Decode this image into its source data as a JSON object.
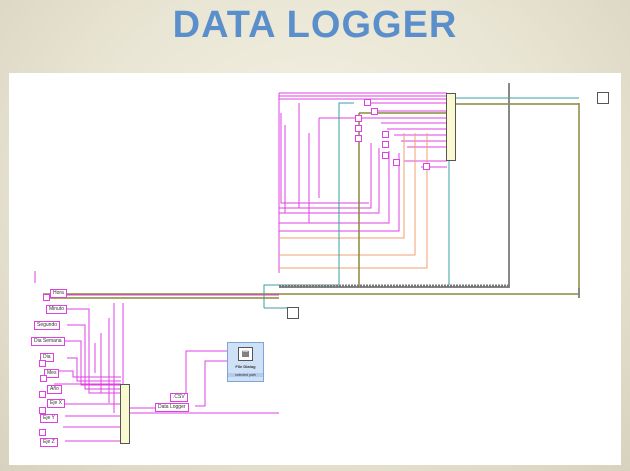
{
  "title": "DATA LOGGER",
  "labels": {
    "hora": "Hora",
    "minuto": "Minuto",
    "segundo": "Segundo",
    "dia_semana": "Dia Semana",
    "dia": "Dia",
    "mes": "Mes",
    "ano": "Año",
    "eje_x": "Eje X",
    "eje_y": "Eje Y",
    "eje_z": "Eje Z",
    "csv": ".CSV",
    "data_logger": "Data Logger"
  },
  "file_dialog": {
    "title": "File Dialog",
    "output": "selected path"
  },
  "colors": {
    "title": "#5b8fcc",
    "wire_string": "#e040e0",
    "wire_path": "#3aa0a0",
    "wire_error": "#8a8a3a",
    "wire_numeric": "#f0a070"
  }
}
